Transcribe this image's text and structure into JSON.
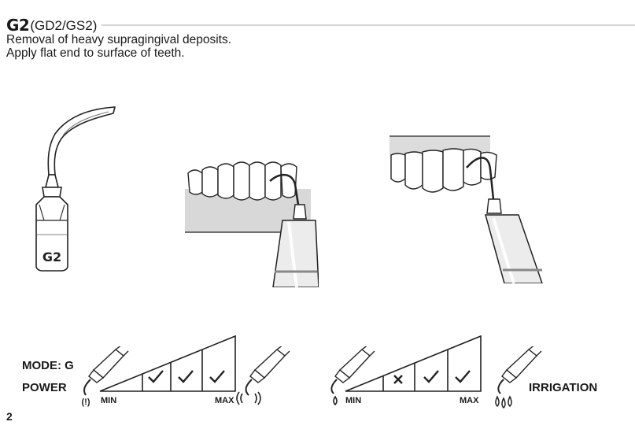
{
  "header": {
    "code": "G2",
    "variants": "(GD2/GS2)",
    "line1": "Removal of heavy supragingival deposits.",
    "line2": "Apply flat end to surface of teeth."
  },
  "tip_label": "G2",
  "settings": {
    "mode_label": "MODE: G",
    "power_label": "POWER",
    "irrigation_label": "IRRIGATION",
    "power_scale": {
      "min_label": "MIN",
      "max_label": "MAX",
      "levels": [
        "check",
        "check",
        "check"
      ]
    },
    "irrigation_scale": {
      "min_label": "MIN",
      "max_label": "MAX",
      "levels": [
        "cross",
        "check",
        "check"
      ]
    }
  },
  "page_number": "2"
}
